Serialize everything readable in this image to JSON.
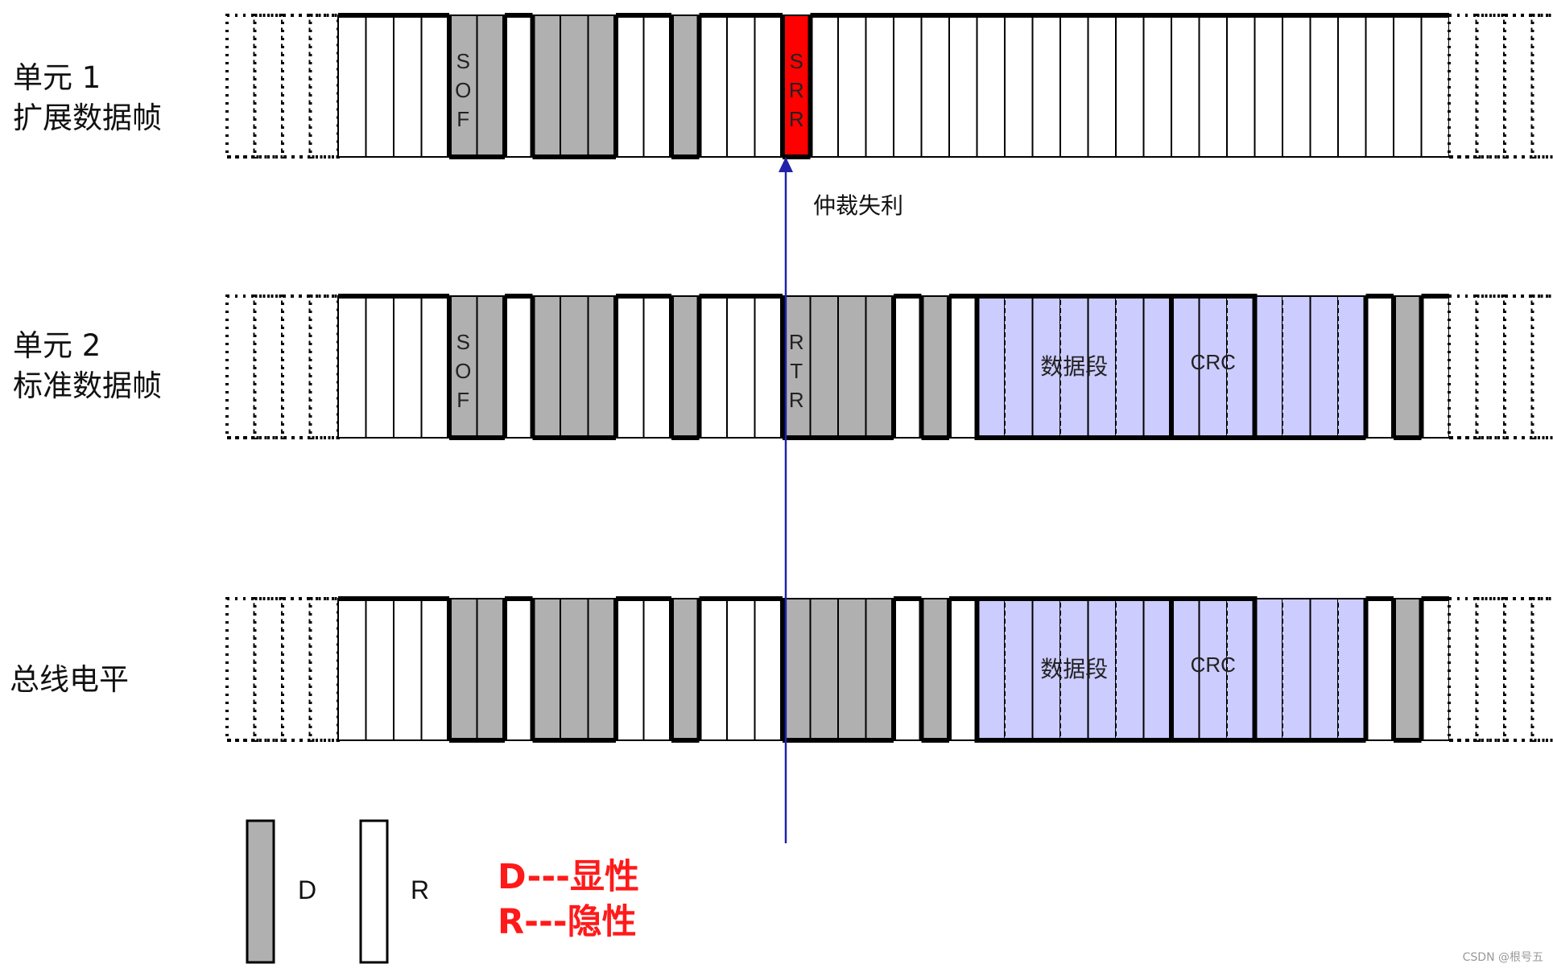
{
  "rows": [
    {
      "line1": "单元 1",
      "line2": "扩展数据帧"
    },
    {
      "line1": "单元 2",
      "line2": "标准数据帧"
    },
    {
      "line1": "总线电平",
      "line2": ""
    }
  ],
  "bit_labels": {
    "sof": "SOF",
    "srr": "SRR",
    "rtr": "RTR"
  },
  "fields": {
    "data": "数据段",
    "crc": "CRC"
  },
  "arbitration_label": "仲裁失利",
  "legend": {
    "dominant": "D",
    "recessive": "R"
  },
  "definitions": [
    "D---显性",
    "R---隐性"
  ],
  "watermark": "CSDN @根号五",
  "colors": {
    "dominant": "#b0b0b0",
    "recessive": "#ffffff",
    "srr": "#ff0000",
    "data_field": "#ccccff",
    "arrow": "#2222aa",
    "definition_text": "#ff1a1a"
  }
}
